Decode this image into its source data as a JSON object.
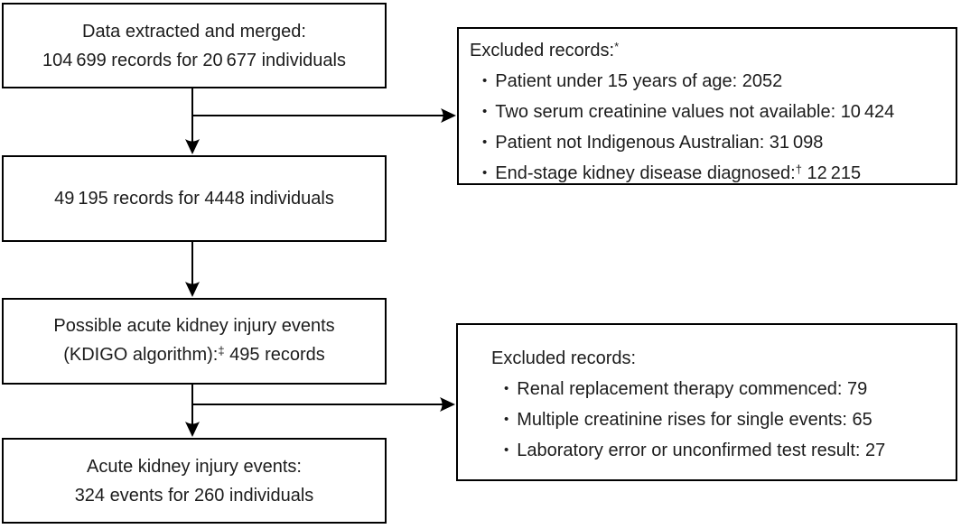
{
  "diagram": {
    "bullet_char": "•",
    "colors": {
      "line": "#000000",
      "text": "#1c1c1c",
      "background": "#ffffff"
    },
    "step1": {
      "line1": "Data extracted and merged:",
      "line2": "104 699 records for 20 677 individuals"
    },
    "step2": {
      "line1": "49 195 records for 4448 individuals"
    },
    "step3": {
      "line1": "Possible acute kidney injury events",
      "line2_pre": "(KDIGO algorithm):",
      "line2_sup": "‡",
      "line2_post": " 495 records"
    },
    "step4": {
      "line1": "Acute kidney injury events:",
      "line2": "324 events for 260 individuals"
    },
    "exclusions1": {
      "title_pre": "Excluded records:",
      "title_sup": "*",
      "items": [
        {
          "pre": "Patient under 15 years of age: 2052",
          "sup": "",
          "post": ""
        },
        {
          "pre": "Two serum creatinine values not available: 10 424",
          "sup": "",
          "post": ""
        },
        {
          "pre": "Patient not Indigenous Australian: 31 098",
          "sup": "",
          "post": ""
        },
        {
          "pre": "End-stage kidney disease diagnosed:",
          "sup": "†",
          "post": " 12 215"
        }
      ]
    },
    "exclusions2": {
      "title_pre": "Excluded records:",
      "title_sup": "",
      "items": [
        {
          "pre": "Renal replacement therapy commenced: 79",
          "sup": "",
          "post": ""
        },
        {
          "pre": "Multiple creatinine rises for single events: 65",
          "sup": "",
          "post": ""
        },
        {
          "pre": "Laboratory error or unconfirmed test result: 27",
          "sup": "",
          "post": ""
        }
      ]
    }
  }
}
